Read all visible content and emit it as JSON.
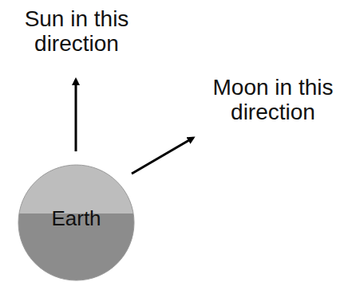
{
  "diagram": {
    "nodes": [
      {
        "text": [
          "Earth"
        ]
      }
    ],
    "labels": [
      "Sun in this direction",
      "Moon in this direction"
    ]
  }
}
